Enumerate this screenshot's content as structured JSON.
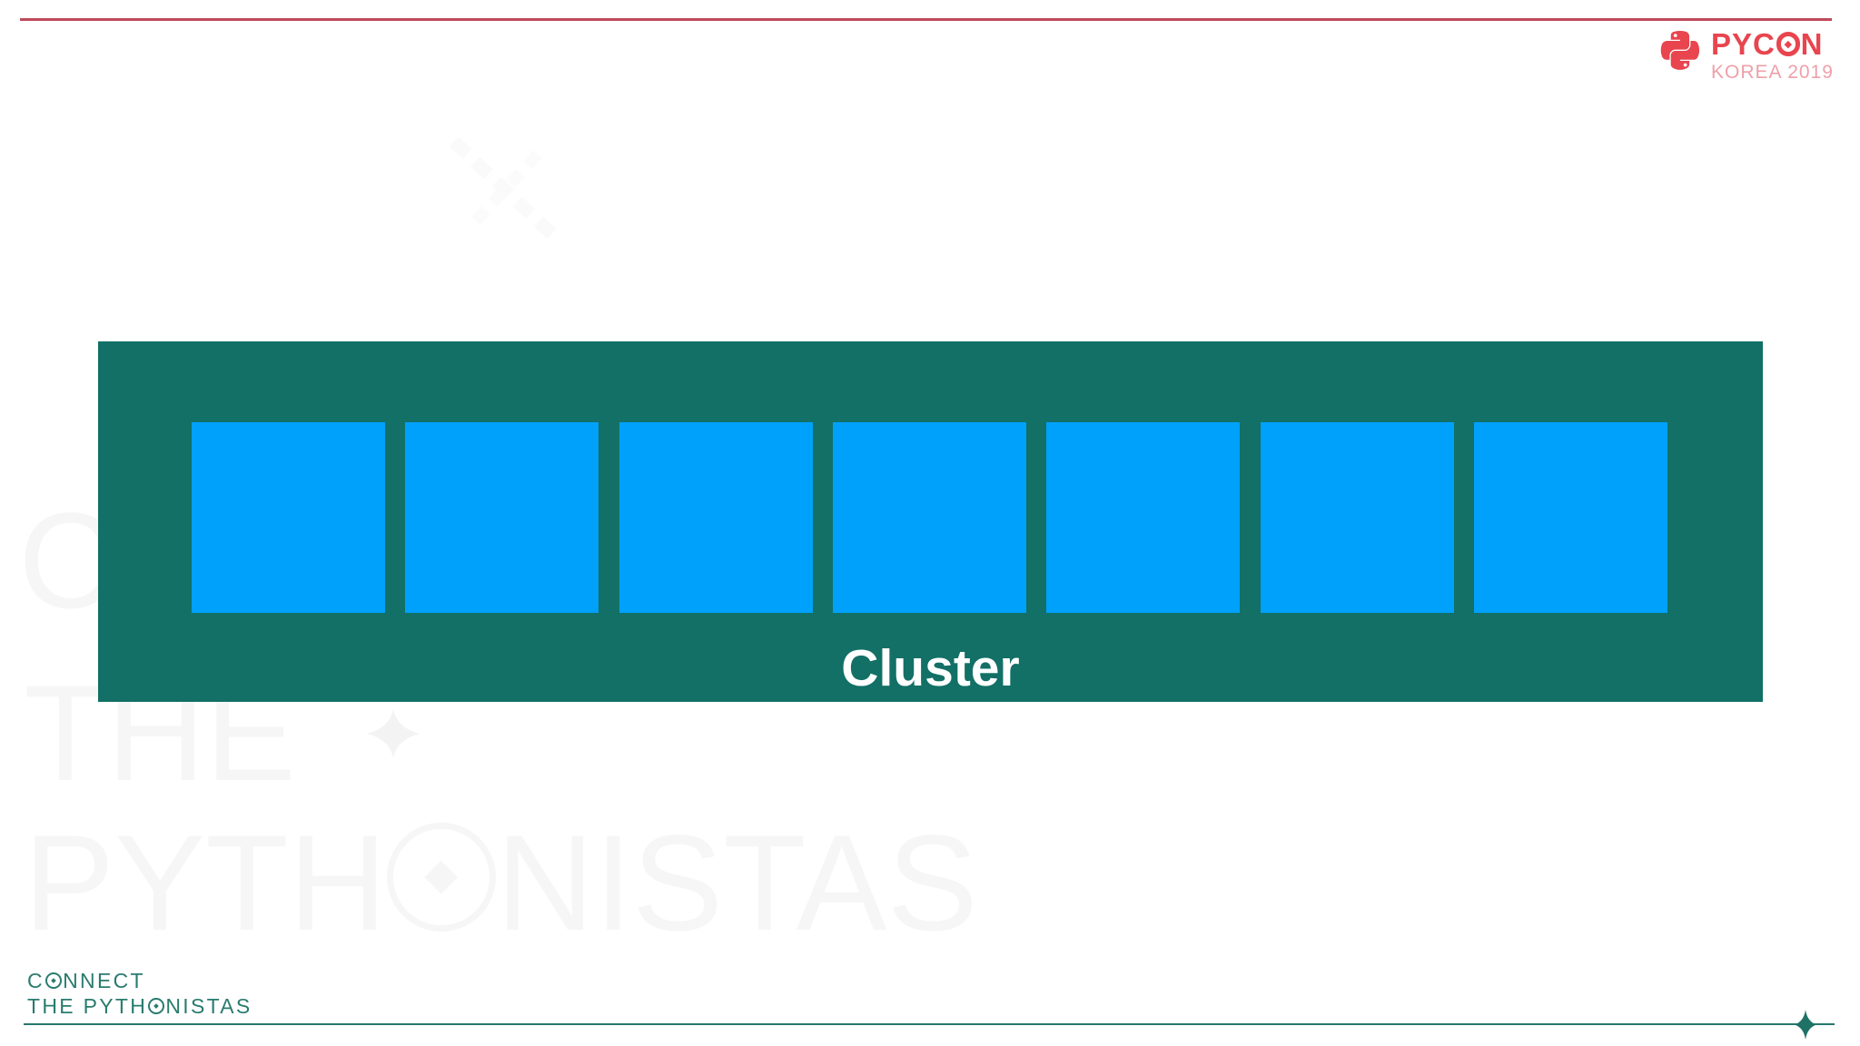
{
  "header": {
    "brand_title": {
      "part1": "PYC",
      "part2": "N"
    },
    "brand_subtitle": "KOREA 2019"
  },
  "diagram": {
    "label": "Cluster",
    "node_count": 7
  },
  "watermark": {
    "line1": "CONNECT",
    "line2": "THE",
    "line3_part1": "PYTH",
    "line3_part2": "NISTAS"
  },
  "footer": {
    "line1_part1": "C",
    "line1_part2": "NNECT",
    "line2_part1": "THE PYTH",
    "line2_part2": "NISTAS"
  },
  "icons": {
    "python_logo": "python-two-snakes-red",
    "target_o": "circle-with-center-dot",
    "sparkle": "four-point-star",
    "doodle": "faint-crossed-strokes"
  },
  "colors": {
    "top_rule": "#c04a5c",
    "brand_red": "#e8454f",
    "brand_red_light": "#efa0a9",
    "cluster_teal": "#127066",
    "node_blue": "#00a1fb",
    "label_white": "#ffffff",
    "footer_teal": "#2a7b6f",
    "rule_teal": "#26786d",
    "star_teal": "#1e7165",
    "watermark_gray": "#f6f6f6"
  }
}
